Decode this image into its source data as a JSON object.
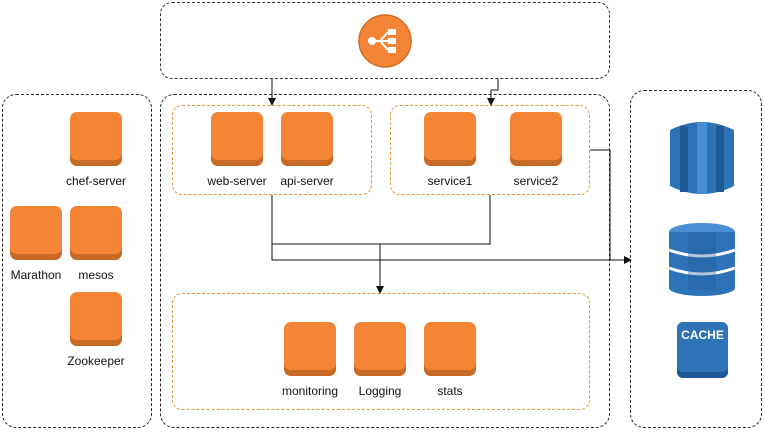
{
  "colors": {
    "node_orange": "#f58536",
    "group_border_orange": "#e8953a",
    "db_blue": "#2e73b8",
    "cache_blue": "#2e73b8"
  },
  "icons": {
    "load_balancer": "load-balancer-icon",
    "database": "database-icon",
    "database_stack": "database-stack-icon",
    "cache": "cache-icon"
  },
  "left_cluster": {
    "chef_server": "chef-server",
    "marathon": "Marathon",
    "mesos": "mesos",
    "zookeeper": "Zookeeper"
  },
  "app_tier": {
    "web_server": "web-server",
    "api_server": "api-server",
    "service1": "service1",
    "service2": "service2"
  },
  "ops_tier": {
    "monitoring": "monitoring",
    "logging": "Logging",
    "stats": "stats"
  },
  "data_tier": {
    "cache_label": "CACHE"
  }
}
